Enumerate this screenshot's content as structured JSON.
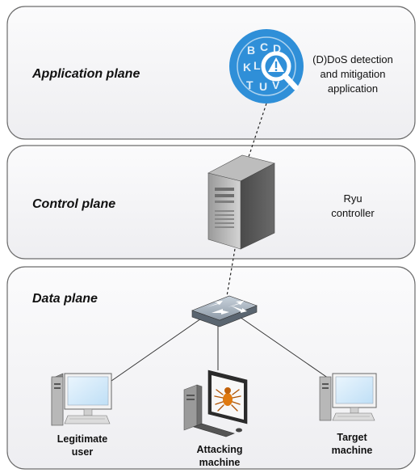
{
  "planes": {
    "application": {
      "title": "Application plane"
    },
    "control": {
      "title": "Control plane"
    },
    "data": {
      "title": "Data plane"
    }
  },
  "app": {
    "label_line1": "(D)DoS detection",
    "label_line2": "and mitigation",
    "label_line3": "application",
    "icon": "magnifier-alert-icon",
    "icon_letters": [
      "B",
      "C",
      "D",
      "K",
      "L",
      "T",
      "U",
      "V"
    ]
  },
  "controller": {
    "label_line1": "Ryu",
    "label_line2": "controller",
    "icon": "server-tower-icon"
  },
  "switch": {
    "icon": "network-switch-icon"
  },
  "hosts": {
    "legitimate": {
      "line1": "Legitimate",
      "line2": "user",
      "icon": "desktop-computer-icon"
    },
    "attacking": {
      "line1": "Attacking",
      "line2": "machine",
      "icon": "spider-bug-icon"
    },
    "target": {
      "line1": "Target",
      "line2": "machine",
      "icon": "desktop-computer-icon"
    }
  },
  "colors": {
    "plane_fill": "#f4f4f6",
    "plane_stroke": "#6c6c6c",
    "app_icon_blue": "#2f8fd8",
    "monitor_blue": "#d8ecfb",
    "spider_orange": "#e07a10"
  }
}
